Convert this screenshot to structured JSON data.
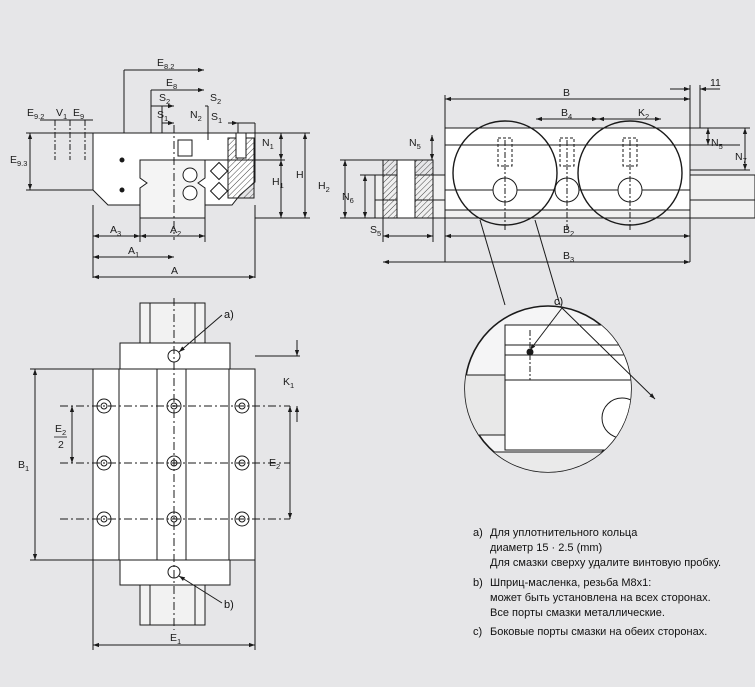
{
  "labels": {
    "E8_2": [
      "E",
      "8.2"
    ],
    "E8": [
      "E",
      "8"
    ],
    "S2_top": [
      "S",
      "2"
    ],
    "S1_top": [
      "S",
      "1"
    ],
    "N2": [
      "N",
      "2"
    ],
    "S1_mid": [
      "S",
      "1"
    ],
    "E9_2": [
      "E",
      "9.2"
    ],
    "V1": [
      "V",
      "1"
    ],
    "E9": [
      "E",
      "9"
    ],
    "N1": [
      "N",
      "1"
    ],
    "E9_3": [
      "E",
      "9.3"
    ],
    "H1": [
      "H",
      "1"
    ],
    "H": [
      "H",
      ""
    ],
    "A3": [
      "A",
      "3"
    ],
    "A2": [
      "A",
      "2"
    ],
    "A1": [
      "A",
      "1"
    ],
    "A": [
      "A",
      ""
    ],
    "B": [
      "B",
      ""
    ],
    "B4": [
      "B",
      "4"
    ],
    "K2": [
      "K",
      "2"
    ],
    "eleven": [
      "11",
      ""
    ],
    "N5_left": [
      "N",
      "5"
    ],
    "N5_right": [
      "N",
      "5"
    ],
    "N7": [
      "N",
      "7"
    ],
    "H2": [
      "H",
      "2"
    ],
    "N6": [
      "N",
      "6"
    ],
    "S5": [
      "S",
      "5"
    ],
    "B2": [
      "B",
      "2"
    ],
    "B3": [
      "B",
      "3"
    ],
    "K1": [
      "K",
      "1"
    ],
    "E2_half_num": [
      "E",
      "2"
    ],
    "E2_half_den": [
      "2",
      ""
    ],
    "B1": [
      "B",
      "1"
    ],
    "E2": [
      "E",
      "2"
    ],
    "E1": [
      "E",
      "1"
    ]
  },
  "callouts": {
    "a": "a)",
    "b": "b)",
    "c": "c)"
  },
  "notes": [
    {
      "letter": "a)",
      "lines": [
        "Для уплотнительного кольца",
        "диаметр 15 · 2.5 (mm)",
        "Для смазки сверху удалите винтовую пробку."
      ]
    },
    {
      "letter": "b)",
      "lines": [
        "Шприц-масленка, резьба M8x1:",
        "может быть установлена на всех сторонах.",
        "Все порты смазки металлические."
      ]
    },
    {
      "letter": "c)",
      "lines": [
        "Боковые порты смазки на обеих сторонах."
      ]
    }
  ],
  "colors": {
    "background": "#e6e6e8",
    "part": "#ffffff",
    "line": "#1a1a1a",
    "hatch": "#555555"
  }
}
